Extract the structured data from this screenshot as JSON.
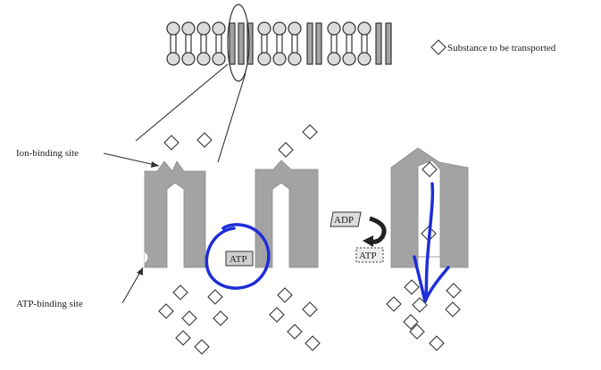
{
  "legend": {
    "label": "Substance to be transported"
  },
  "labels": {
    "ion_binding_site": "Ion-binding site",
    "atp_binding_site": "ATP-binding site"
  },
  "molecules": {
    "atp_bound": "ATP",
    "adp": "ADP",
    "atp_released": "ATP"
  },
  "colors": {
    "protein": "#a3a3a3",
    "phospholipid_head": "#dcdcdc",
    "stroke": "#333333",
    "annotation_ink": "#1f2ed8"
  }
}
